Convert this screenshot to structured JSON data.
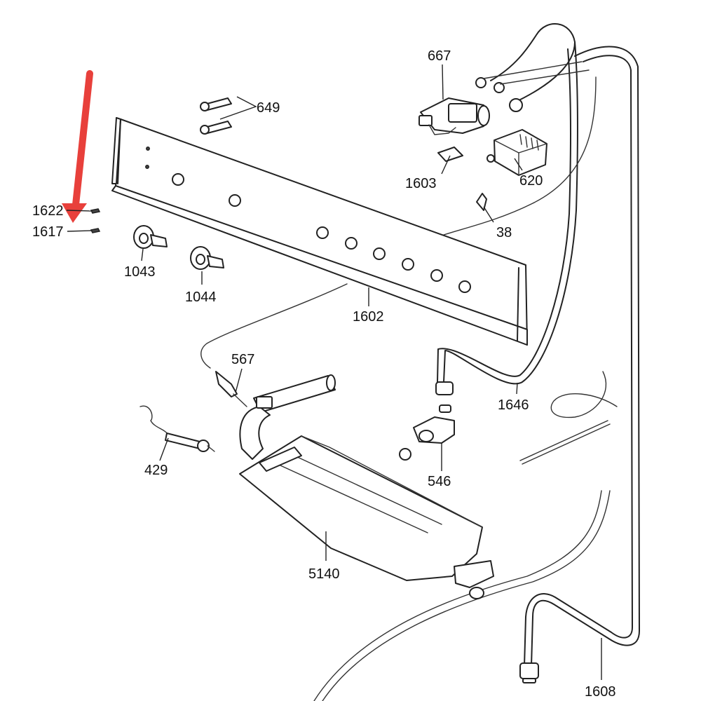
{
  "diagram": {
    "accent_color": "#e8403b",
    "callouts": [
      {
        "key": "c649",
        "text": "649"
      },
      {
        "key": "c667",
        "text": "667"
      },
      {
        "key": "c1603",
        "text": "1603"
      },
      {
        "key": "c620",
        "text": "620"
      },
      {
        "key": "c38",
        "text": "38"
      },
      {
        "key": "c1622",
        "text": "1622"
      },
      {
        "key": "c1617",
        "text": "1617"
      },
      {
        "key": "c1043",
        "text": "1043"
      },
      {
        "key": "c1044",
        "text": "1044"
      },
      {
        "key": "c1602",
        "text": "1602"
      },
      {
        "key": "c567",
        "text": "567"
      },
      {
        "key": "c1646",
        "text": "1646"
      },
      {
        "key": "c429",
        "text": "429"
      },
      {
        "key": "c546",
        "text": "546"
      },
      {
        "key": "c5140",
        "text": "5140"
      },
      {
        "key": "c1608",
        "text": "1608"
      }
    ]
  }
}
